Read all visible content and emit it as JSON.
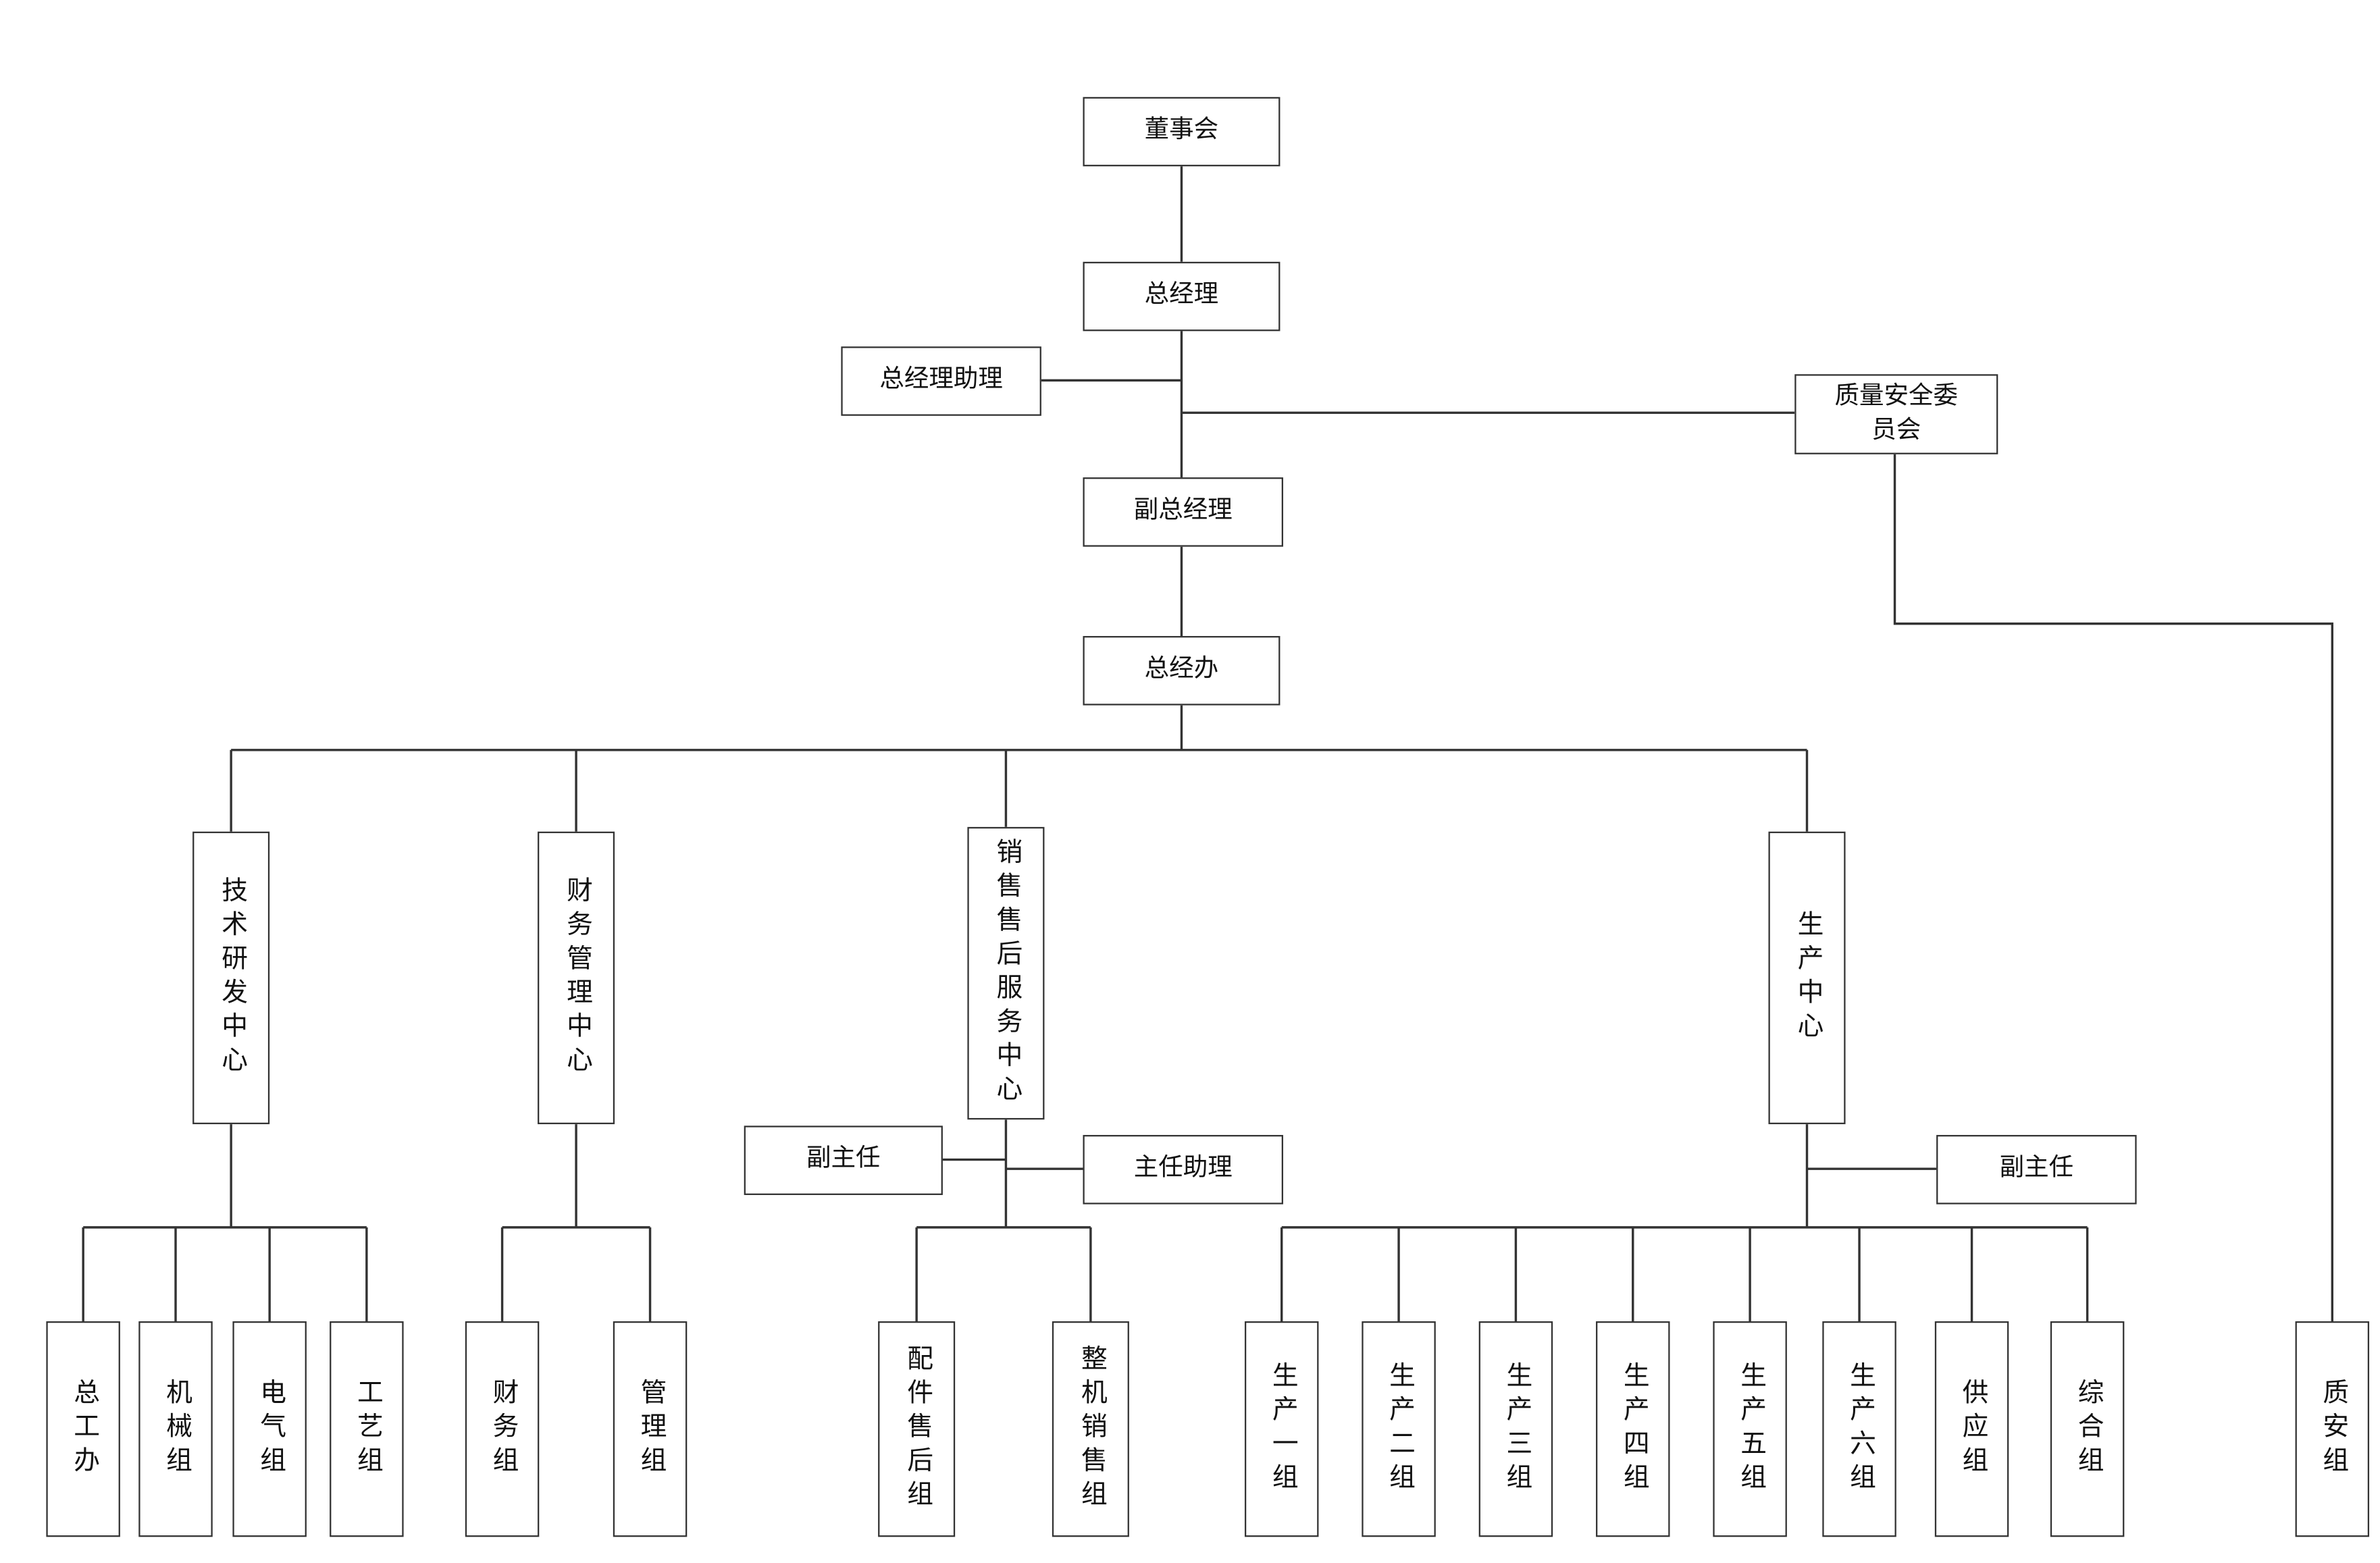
{
  "diagram": {
    "type": "org-chart",
    "colors": {
      "line": "#333333",
      "node_border": "#333333",
      "node_background": "#ffffff",
      "text": "#111111",
      "page_background": "#ffffff"
    },
    "nodes": {
      "board": {
        "label": "董事会"
      },
      "gm": {
        "label": "总经理"
      },
      "gm_assistant": {
        "label": "总经理助理"
      },
      "qs_committee": {
        "label": "质量安全委员会"
      },
      "deputy_gm": {
        "label": "副总经理"
      },
      "gm_office": {
        "label": "总经办"
      },
      "tech_center": {
        "label": "技术研发中心"
      },
      "finance_center": {
        "label": "财务管理中心"
      },
      "sales_center": {
        "label": "销售售后服务中心"
      },
      "production_center": {
        "label": "生产中心"
      },
      "sales_vice_director": {
        "label": "副主任"
      },
      "sales_director_assistant": {
        "label": "主任助理"
      },
      "production_vice_director": {
        "label": "副主任"
      },
      "chief_eng_office": {
        "label": "总工办"
      },
      "mech_group": {
        "label": "机械组"
      },
      "elec_group": {
        "label": "电气组"
      },
      "process_group": {
        "label": "工艺组"
      },
      "finance_group": {
        "label": "财务组"
      },
      "mgmt_group": {
        "label": "管理组"
      },
      "parts_aftersales_group": {
        "label": "配件售后组"
      },
      "machine_sales_group": {
        "label": "整机销售组"
      },
      "prod_group_1": {
        "label": "生产一组"
      },
      "prod_group_2": {
        "label": "生产二组"
      },
      "prod_group_3": {
        "label": "生产三组"
      },
      "prod_group_4": {
        "label": "生产四组"
      },
      "prod_group_5": {
        "label": "生产五组"
      },
      "prod_group_6": {
        "label": "生产六组"
      },
      "supply_group": {
        "label": "供应组"
      },
      "general_group": {
        "label": "综合组"
      },
      "qs_group": {
        "label": "质安组"
      }
    },
    "edges": [
      [
        "board",
        "gm"
      ],
      [
        "gm",
        "gm_assistant"
      ],
      [
        "gm",
        "qs_committee"
      ],
      [
        "gm",
        "deputy_gm"
      ],
      [
        "deputy_gm",
        "gm_office"
      ],
      [
        "gm_office",
        "tech_center"
      ],
      [
        "gm_office",
        "finance_center"
      ],
      [
        "gm_office",
        "sales_center"
      ],
      [
        "gm_office",
        "production_center"
      ],
      [
        "qs_committee",
        "qs_group"
      ],
      [
        "tech_center",
        "chief_eng_office"
      ],
      [
        "tech_center",
        "mech_group"
      ],
      [
        "tech_center",
        "elec_group"
      ],
      [
        "tech_center",
        "process_group"
      ],
      [
        "finance_center",
        "finance_group"
      ],
      [
        "finance_center",
        "mgmt_group"
      ],
      [
        "sales_center",
        "sales_vice_director"
      ],
      [
        "sales_center",
        "sales_director_assistant"
      ],
      [
        "sales_center",
        "parts_aftersales_group"
      ],
      [
        "sales_center",
        "machine_sales_group"
      ],
      [
        "production_center",
        "production_vice_director"
      ],
      [
        "production_center",
        "prod_group_1"
      ],
      [
        "production_center",
        "prod_group_2"
      ],
      [
        "production_center",
        "prod_group_3"
      ],
      [
        "production_center",
        "prod_group_4"
      ],
      [
        "production_center",
        "prod_group_5"
      ],
      [
        "production_center",
        "prod_group_6"
      ],
      [
        "production_center",
        "supply_group"
      ],
      [
        "production_center",
        "general_group"
      ]
    ]
  }
}
